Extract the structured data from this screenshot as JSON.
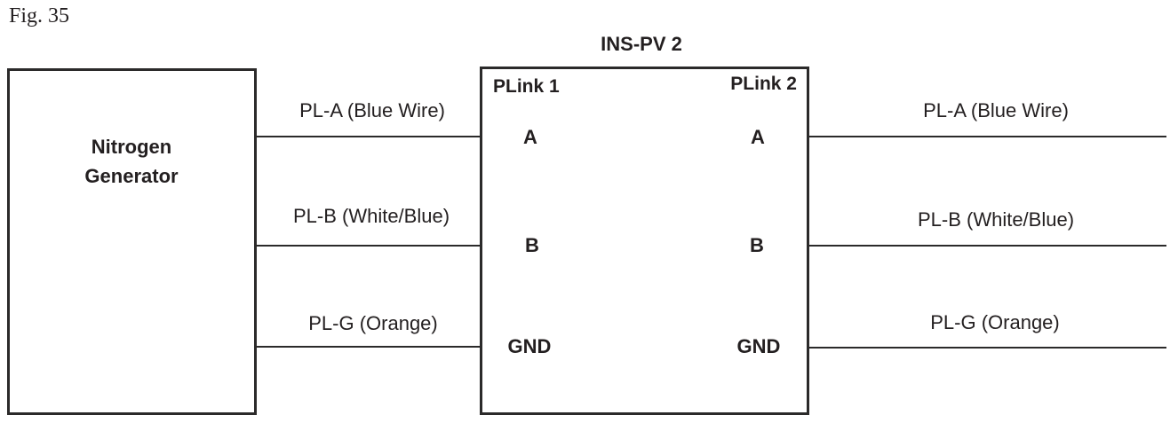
{
  "figure_label": "Fig. 35",
  "colors": {
    "ink": "#231f20",
    "line": "#2b2a2a",
    "background": "#ffffff"
  },
  "generator": {
    "label": "Nitrogen Generator"
  },
  "device": {
    "title": "INS-PV 2",
    "port_left": "PLink 1",
    "port_right": "PLink 2",
    "terminals": [
      "A",
      "B",
      "GND"
    ]
  },
  "wires": [
    {
      "terminal": "A",
      "label": "PL-A (Blue Wire)"
    },
    {
      "terminal": "B",
      "label": "PL-B (White/Blue)"
    },
    {
      "terminal": "GND",
      "label": "PL-G (Orange)"
    }
  ]
}
